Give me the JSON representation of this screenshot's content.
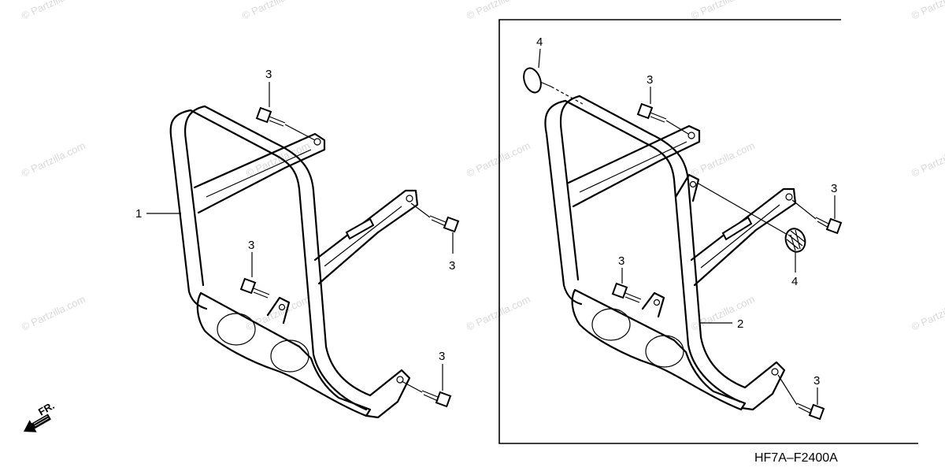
{
  "diagram": {
    "diagram_code": "HF7A–F2400A",
    "direction_label": "FR.",
    "watermark_text": "© Partzilla.com",
    "callouts": {
      "left_guard": "1",
      "right_guard": "2",
      "bolt_left_top": "3",
      "bolt_left_right": "3",
      "bolt_left_mid": "3",
      "bolt_left_bottom": "3",
      "bolt_right_top": "3",
      "bolt_right_right": "3",
      "bolt_right_mid": "3",
      "bolt_right_bottom": "3",
      "reflector_top": "4",
      "reflector_right": "4"
    }
  }
}
